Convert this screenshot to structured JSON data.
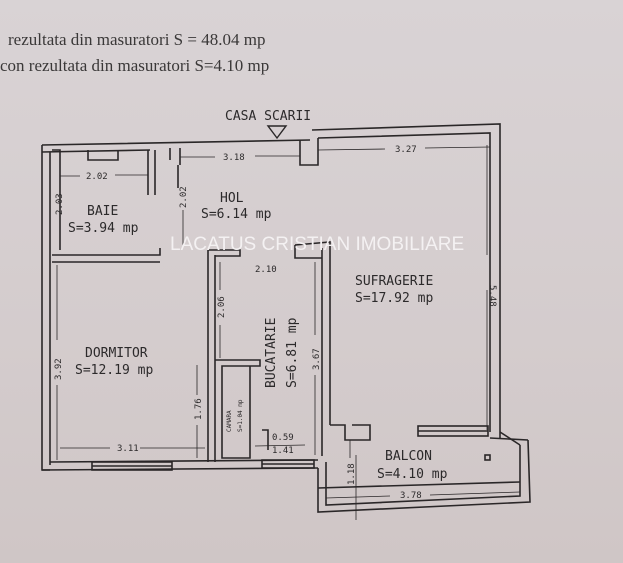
{
  "header": {
    "line1": "rezultata din masuratori S = 48.04 mp",
    "line2": "con rezultata din masuratori S=4.10 mp"
  },
  "plan": {
    "stair_label": "CASA SCARII",
    "watermark": "LACATUS CRISTIAN IMOBILIARE",
    "rooms": {
      "baie": {
        "name": "BAIE",
        "area": "S=3.94 mp"
      },
      "hol": {
        "name": "HOL",
        "area": "S=6.14 mp"
      },
      "sufragerie": {
        "name": "SUFRAGERIE",
        "area": "S=17.92 mp"
      },
      "dormitor": {
        "name": "DORMITOR",
        "area": "S=12.19 mp"
      },
      "bucatarie": {
        "name": "BUCATARIE",
        "area": "S=6.81 mp"
      },
      "camara": {
        "name": "CAMARA",
        "area": "S=1.04 mp"
      },
      "balcon": {
        "name": "BALCON",
        "area": "S=4.10 mp"
      }
    },
    "dimensions": {
      "hol_top": "3.18",
      "sufragerie_top": "3.27",
      "baie_width": "2.02",
      "baie_height": "2.03",
      "hol_height": "2.02",
      "sufragerie_height": "5.48",
      "bucatarie_top": "2.10",
      "bucatarie_upper": "2.06",
      "bucatarie_height": "3.67",
      "dormitor_height": "3.92",
      "camara_height": "1.76",
      "camara_width": "0.59",
      "bucatarie_bottom": "1.41",
      "dormitor_width": "3.11",
      "balcon_height": "1.18",
      "balcon_width": "3.78"
    }
  }
}
